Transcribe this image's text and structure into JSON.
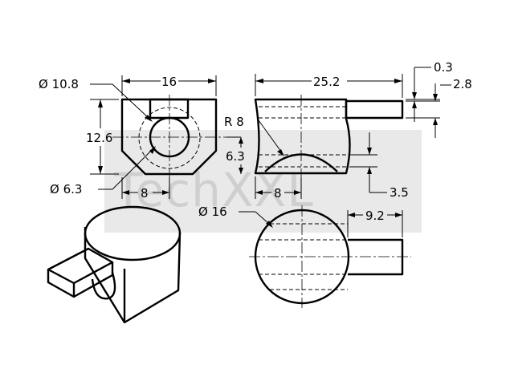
{
  "watermark": {
    "text": "TechXXL",
    "color": "#cfcfcf"
  },
  "dimensions": {
    "front_hole_dia": "Ø 10.8",
    "front_width": "16",
    "front_height": "12.6",
    "front_small_hole_dia": "Ø 6.3",
    "front_offset_half": "8",
    "front_center_height": "6.3",
    "side_length": "25.2",
    "side_gap": "0.3",
    "side_tab_thickness": "2.8",
    "side_radius": "R 8",
    "side_offset_half": "8",
    "side_depth": "3.5",
    "top_dia": "Ø 16",
    "top_tab_length": "9.2"
  },
  "colors": {
    "line": "#000000",
    "background": "#ffffff"
  }
}
